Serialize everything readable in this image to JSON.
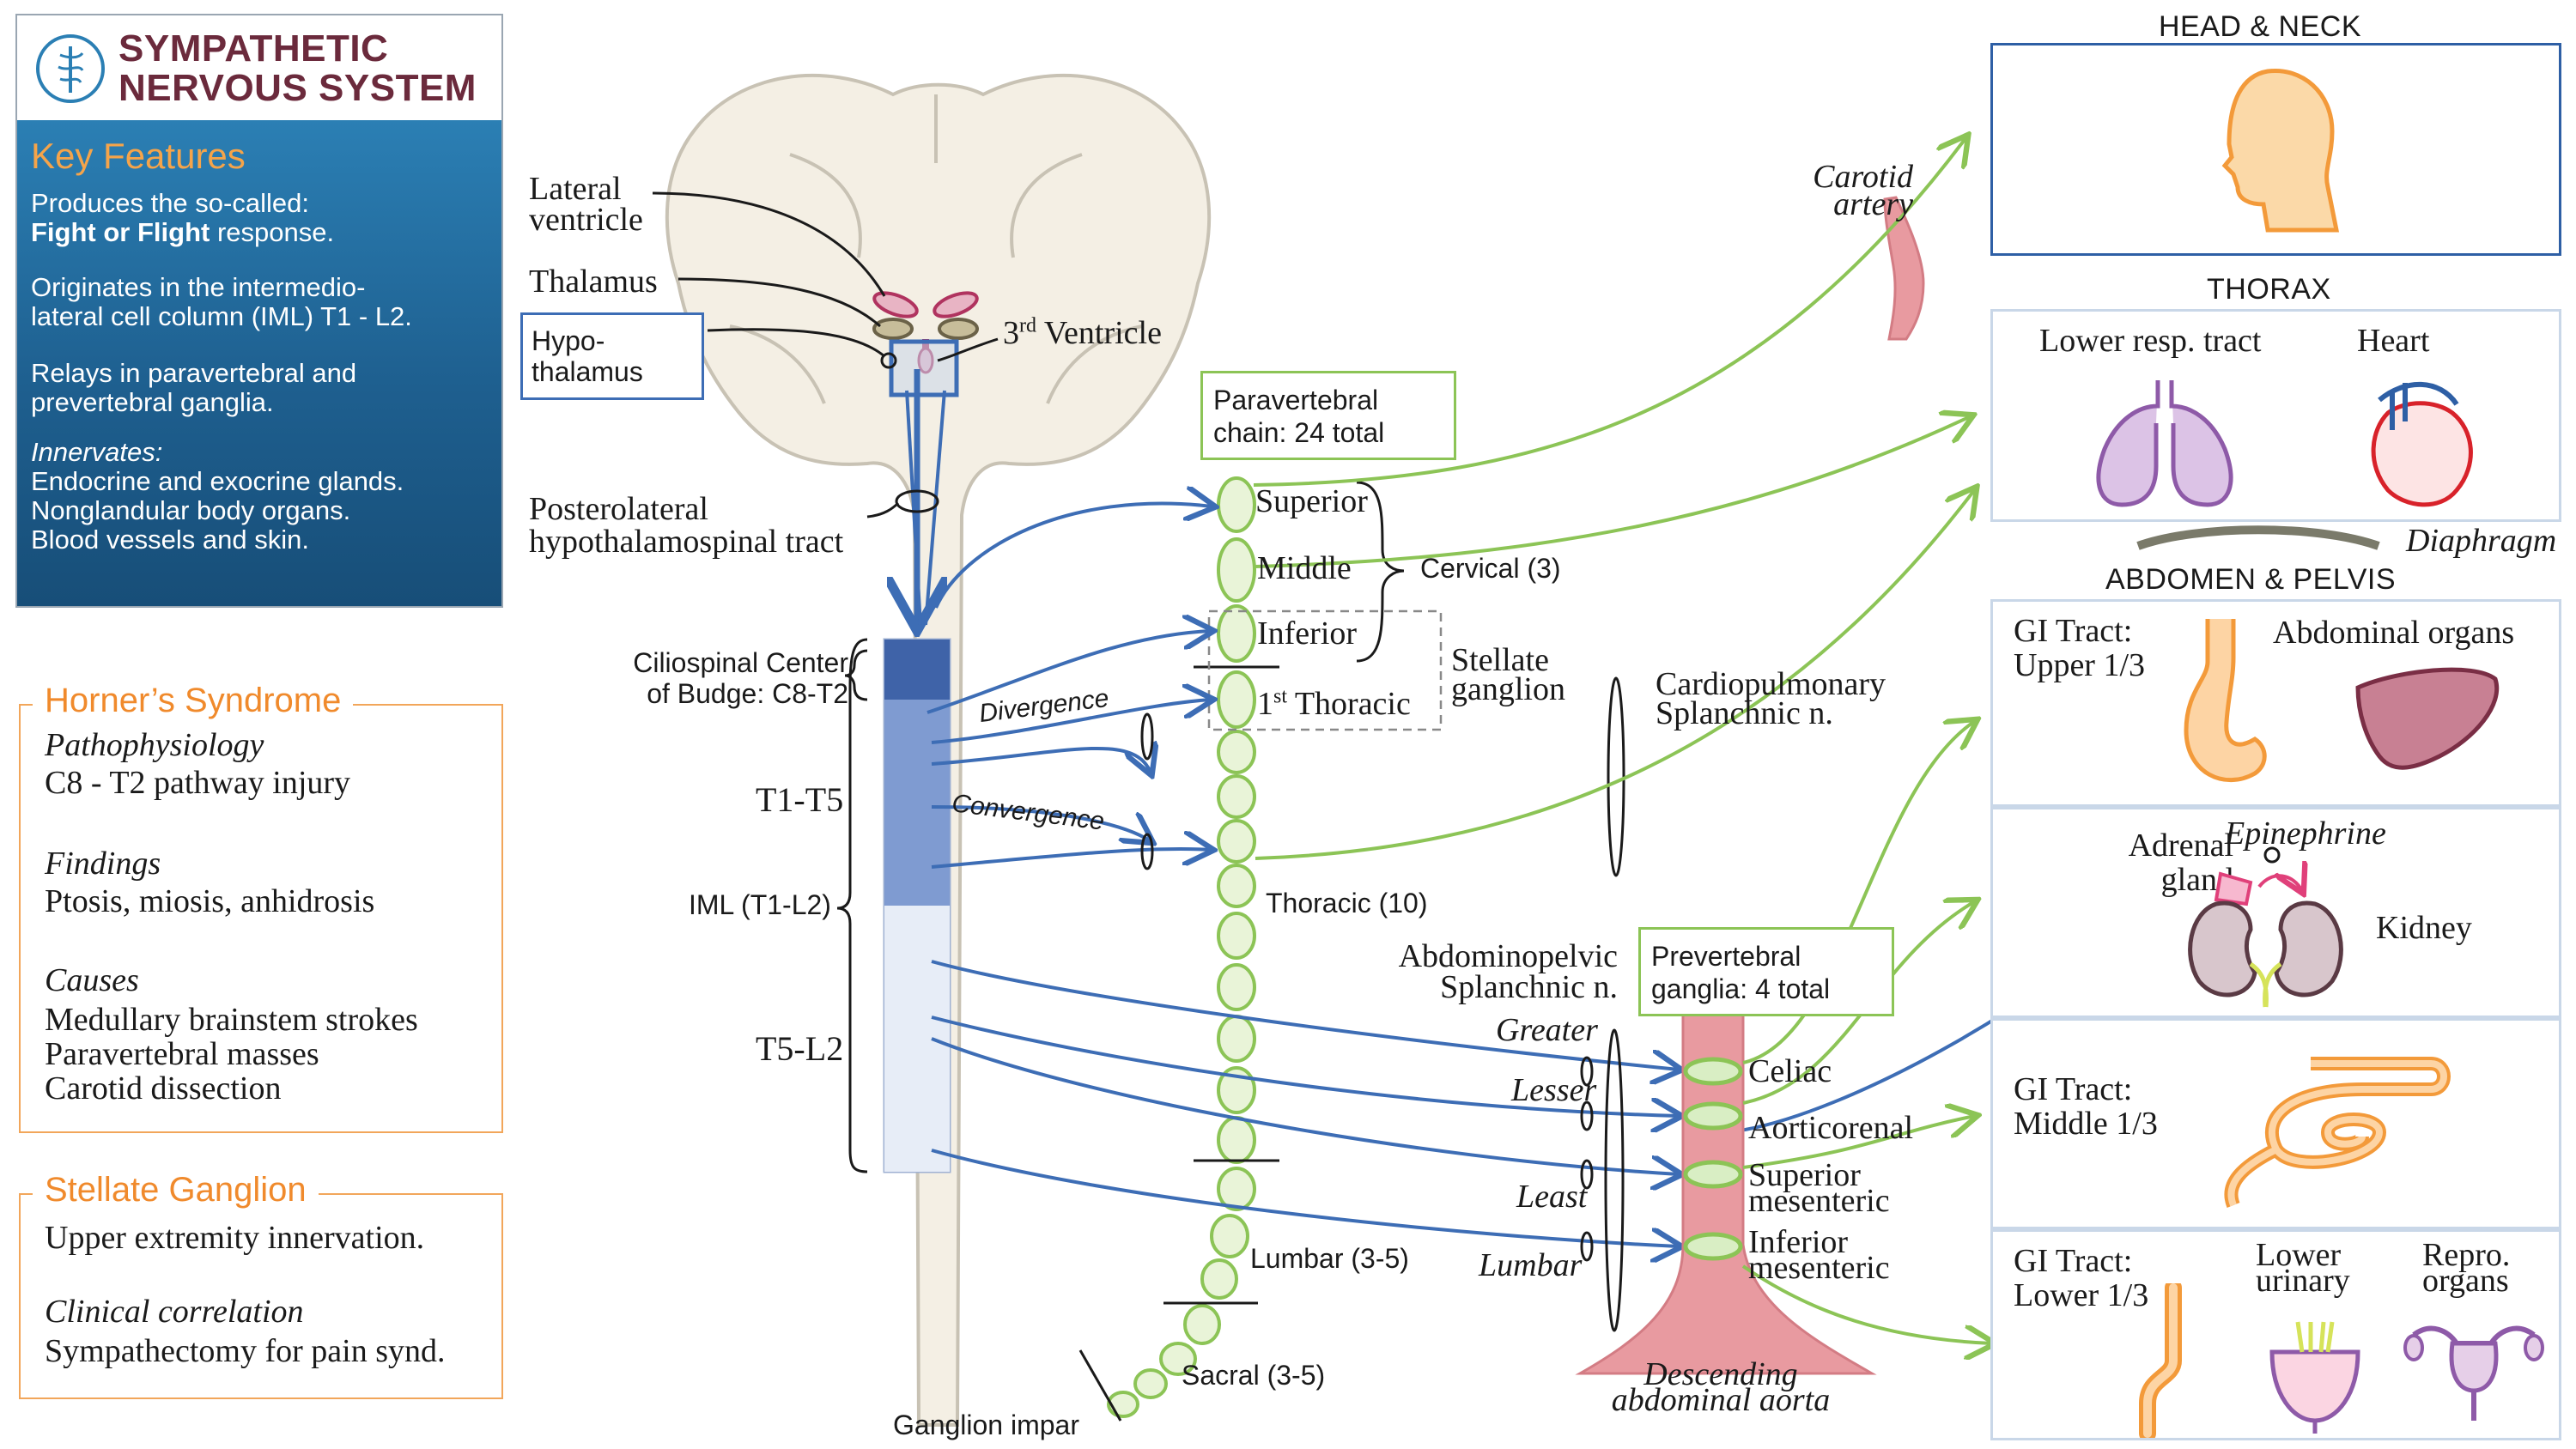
{
  "title": {
    "line1": "SYMPATHETIC",
    "line2": "NERVOUS SYSTEM"
  },
  "key_features": {
    "heading": "Key Features",
    "p1_line1": "Produces the so-called:",
    "p1_bold": "Fight or Flight",
    "p1_rest": " response.",
    "p2_line1": "Originates in the intermedio-",
    "p2_line2": "lateral cell column (IML) T1 - L2.",
    "p3_line1": "Relays in paravertebral and",
    "p3_line2": "prevertebral ganglia.",
    "innervates": "Innervates:",
    "inn1": "Endocrine and exocrine glands.",
    "inn2": "Nonglandular body organs.",
    "inn3": "Blood vessels and skin."
  },
  "horners": {
    "heading": "Horner’s Syndrome",
    "patho_label": "Pathophysiology",
    "patho_text": "C8 - T2 pathway injury",
    "findings_label": "Findings",
    "findings_text": "Ptosis, miosis, anhidrosis",
    "causes_label": "Causes",
    "cause1": "Medullary brainstem strokes",
    "cause2": "Paravertebral masses",
    "cause3": "Carotid dissection"
  },
  "stellate": {
    "heading": "Stellate Ganglion",
    "text1": "Upper extremity innervation.",
    "clinical_label": "Clinical correlation",
    "text2": "Sympathectomy for pain synd."
  },
  "brain_labels": {
    "lateral_ventricle_1": "Lateral",
    "lateral_ventricle_2": "ventricle",
    "thalamus": "Thalamus",
    "hypothalamus_1": "Hypo-",
    "hypothalamus_2": "thalamus",
    "third_ventricle_sup": "rd",
    "third_ventricle_num": "3",
    "third_ventricle_word": " Ventricle",
    "tract_1": "Posterolateral",
    "tract_2": "hypothalamospinal tract"
  },
  "cord_labels": {
    "ciliospinal_1": "Ciliospinal Center",
    "ciliospinal_2": "of Budge: C8-T2",
    "t1t5": "T1-T5",
    "iml": "IML (T1-L2)",
    "t5l2": "T5-L2",
    "divergence": "Divergence",
    "convergence": "Convergence"
  },
  "chain_labels": {
    "paravertebral_1": "Paravertebral",
    "paravertebral_2": "chain: 24 total",
    "superior": "Superior",
    "middle": "Middle",
    "inferior": "Inferior",
    "thoracic1_num": "1",
    "thoracic1_sup": "st",
    "thoracic1_word": " Thoracic",
    "cervical": "Cervical (3)",
    "stellate_1": "Stellate",
    "stellate_2": "ganglion",
    "thoracic10": "Thoracic (10)",
    "lumbar": "Lumbar (3-5)",
    "sacral": "Sacral (3-5)",
    "impar": "Ganglion impar",
    "cardio_1": "Cardiopulmonary",
    "cardio_2": "Splanchnic n."
  },
  "prevertebral": {
    "box_1": "Prevertebral",
    "box_2": "ganglia: 4 total",
    "abdomino_1": "Abdominopelvic",
    "abdomino_2": "Splanchnic n.",
    "greater": "Greater",
    "lesser": "Lesser",
    "least": "Least",
    "lumbar": "Lumbar",
    "celiac": "Celiac",
    "aorticorenal": "Aorticorenal",
    "sup_mes_1": "Superior",
    "sup_mes_2": "mesenteric",
    "inf_mes_1": "Inferior",
    "inf_mes_2": "mesenteric",
    "aorta_1": "Descending",
    "aorta_2": "abdominal aorta",
    "carotid_1": "Carotid",
    "carotid_2": "artery"
  },
  "targets": {
    "head_neck": "HEAD & NECK",
    "thorax": "THORAX",
    "lower_resp": "Lower resp. tract",
    "heart": "Heart",
    "diaphragm": "Diaphragm",
    "abdomen": "ABDOMEN & PELVIS",
    "gi_upper_1": "GI Tract:",
    "gi_upper_2": "Upper 1/3",
    "abdominal_organs": "Abdominal organs",
    "adrenal_1": "Adrenal",
    "adrenal_2": "gland",
    "epinephrine": "Epinephrine",
    "kidney": "Kidney",
    "gi_middle_1": "GI Tract:",
    "gi_middle_2": "Middle 1/3",
    "gi_lower_1": "GI Tract:",
    "gi_lower_2": "Lower 1/3",
    "lower_urinary_1": "Lower",
    "lower_urinary_2": "urinary",
    "repro_1": "Repro.",
    "repro_2": "organs"
  },
  "colors": {
    "title": "#6b2a3c",
    "key_panel": "#1e5f8f",
    "accent_orange": "#f08a2c",
    "green": "#8cc456",
    "blue_arrow": "#3d6db5",
    "brain": "#f4efe4",
    "aorta": "#e89aa0"
  }
}
